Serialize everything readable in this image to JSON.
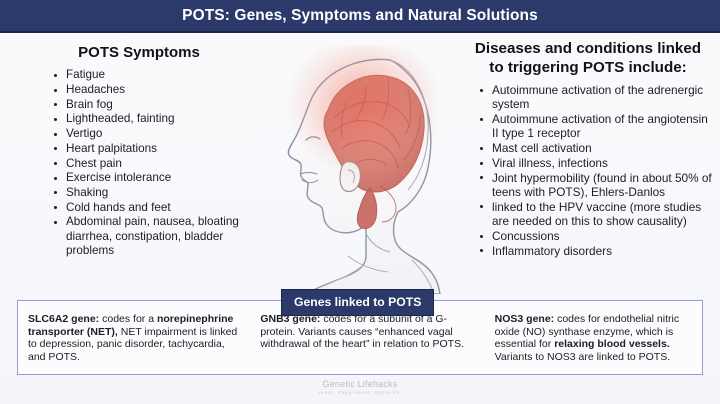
{
  "header": {
    "title": "POTS: Genes, Symptoms and Natural Solutions",
    "background_color": "#2b3a6b",
    "text_color": "#ffffff"
  },
  "symptoms": {
    "heading": "POTS Symptoms",
    "items": [
      "Fatigue",
      "Headaches",
      "Brain fog",
      "Lightheaded, fainting",
      "Vertigo",
      "Heart palpitations",
      "Chest pain",
      "Exercise intolerance",
      "Shaking",
      "Cold hands and feet",
      "Abdominal pain, nausea, bloating diarrhea, constipation, bladder problems"
    ]
  },
  "illustration": {
    "name": "head-profile-brain-illustration",
    "description": "Side profile of a head, neck and shoulder with a highlighted brain and red glow",
    "brain_color": "#d9796b",
    "glow_color": "#e76052",
    "outline_color": "#8d8fa3"
  },
  "diseases": {
    "heading_line1": "Diseases and conditions linked",
    "heading_line2": "to triggering POTS include:",
    "items": [
      "Autoimmune activation of the adrenergic system",
      "Autoimmune activation of the angiotensin II type 1 receptor",
      "Mast cell activation",
      "Viral illness, infections",
      "Joint hypermobility (found in about 50% of teens with POTS), Ehlers-Danlos",
      "linked to the HPV vaccine (more studies are needed on this to show causality)",
      "Concussions",
      "Inflammatory disorders"
    ]
  },
  "genes": {
    "banner_label": "Genes linked to POTS",
    "box_border_color": "#9a9ad2",
    "entries": [
      {
        "name": "SLC6A2 gene:",
        "lead": " codes for a ",
        "bold_phrase": "norepinephrine transporter (NET),",
        "rest": " NET impairment is linked to depression, panic disorder, tachycardia, and POTS."
      },
      {
        "name": "GNB3 gene:",
        "lead": " codes for a subunit of a G-protein. Variants causes “enhanced vagal withdrawal of the heart” in relation to POTS.",
        "bold_phrase": "",
        "rest": ""
      },
      {
        "name": "NOS3 gene:",
        "lead": " codes for endothelial nitric oxide (NO) synthase enzyme, which is essential for ",
        "bold_phrase": "relaxing blood vessels.",
        "rest": " Variants to NOS3 are linked to POTS."
      }
    ]
  },
  "footer": {
    "brand": "Genetic Lifehacks",
    "tagline": "Learn. Experiment. Optimize."
  }
}
